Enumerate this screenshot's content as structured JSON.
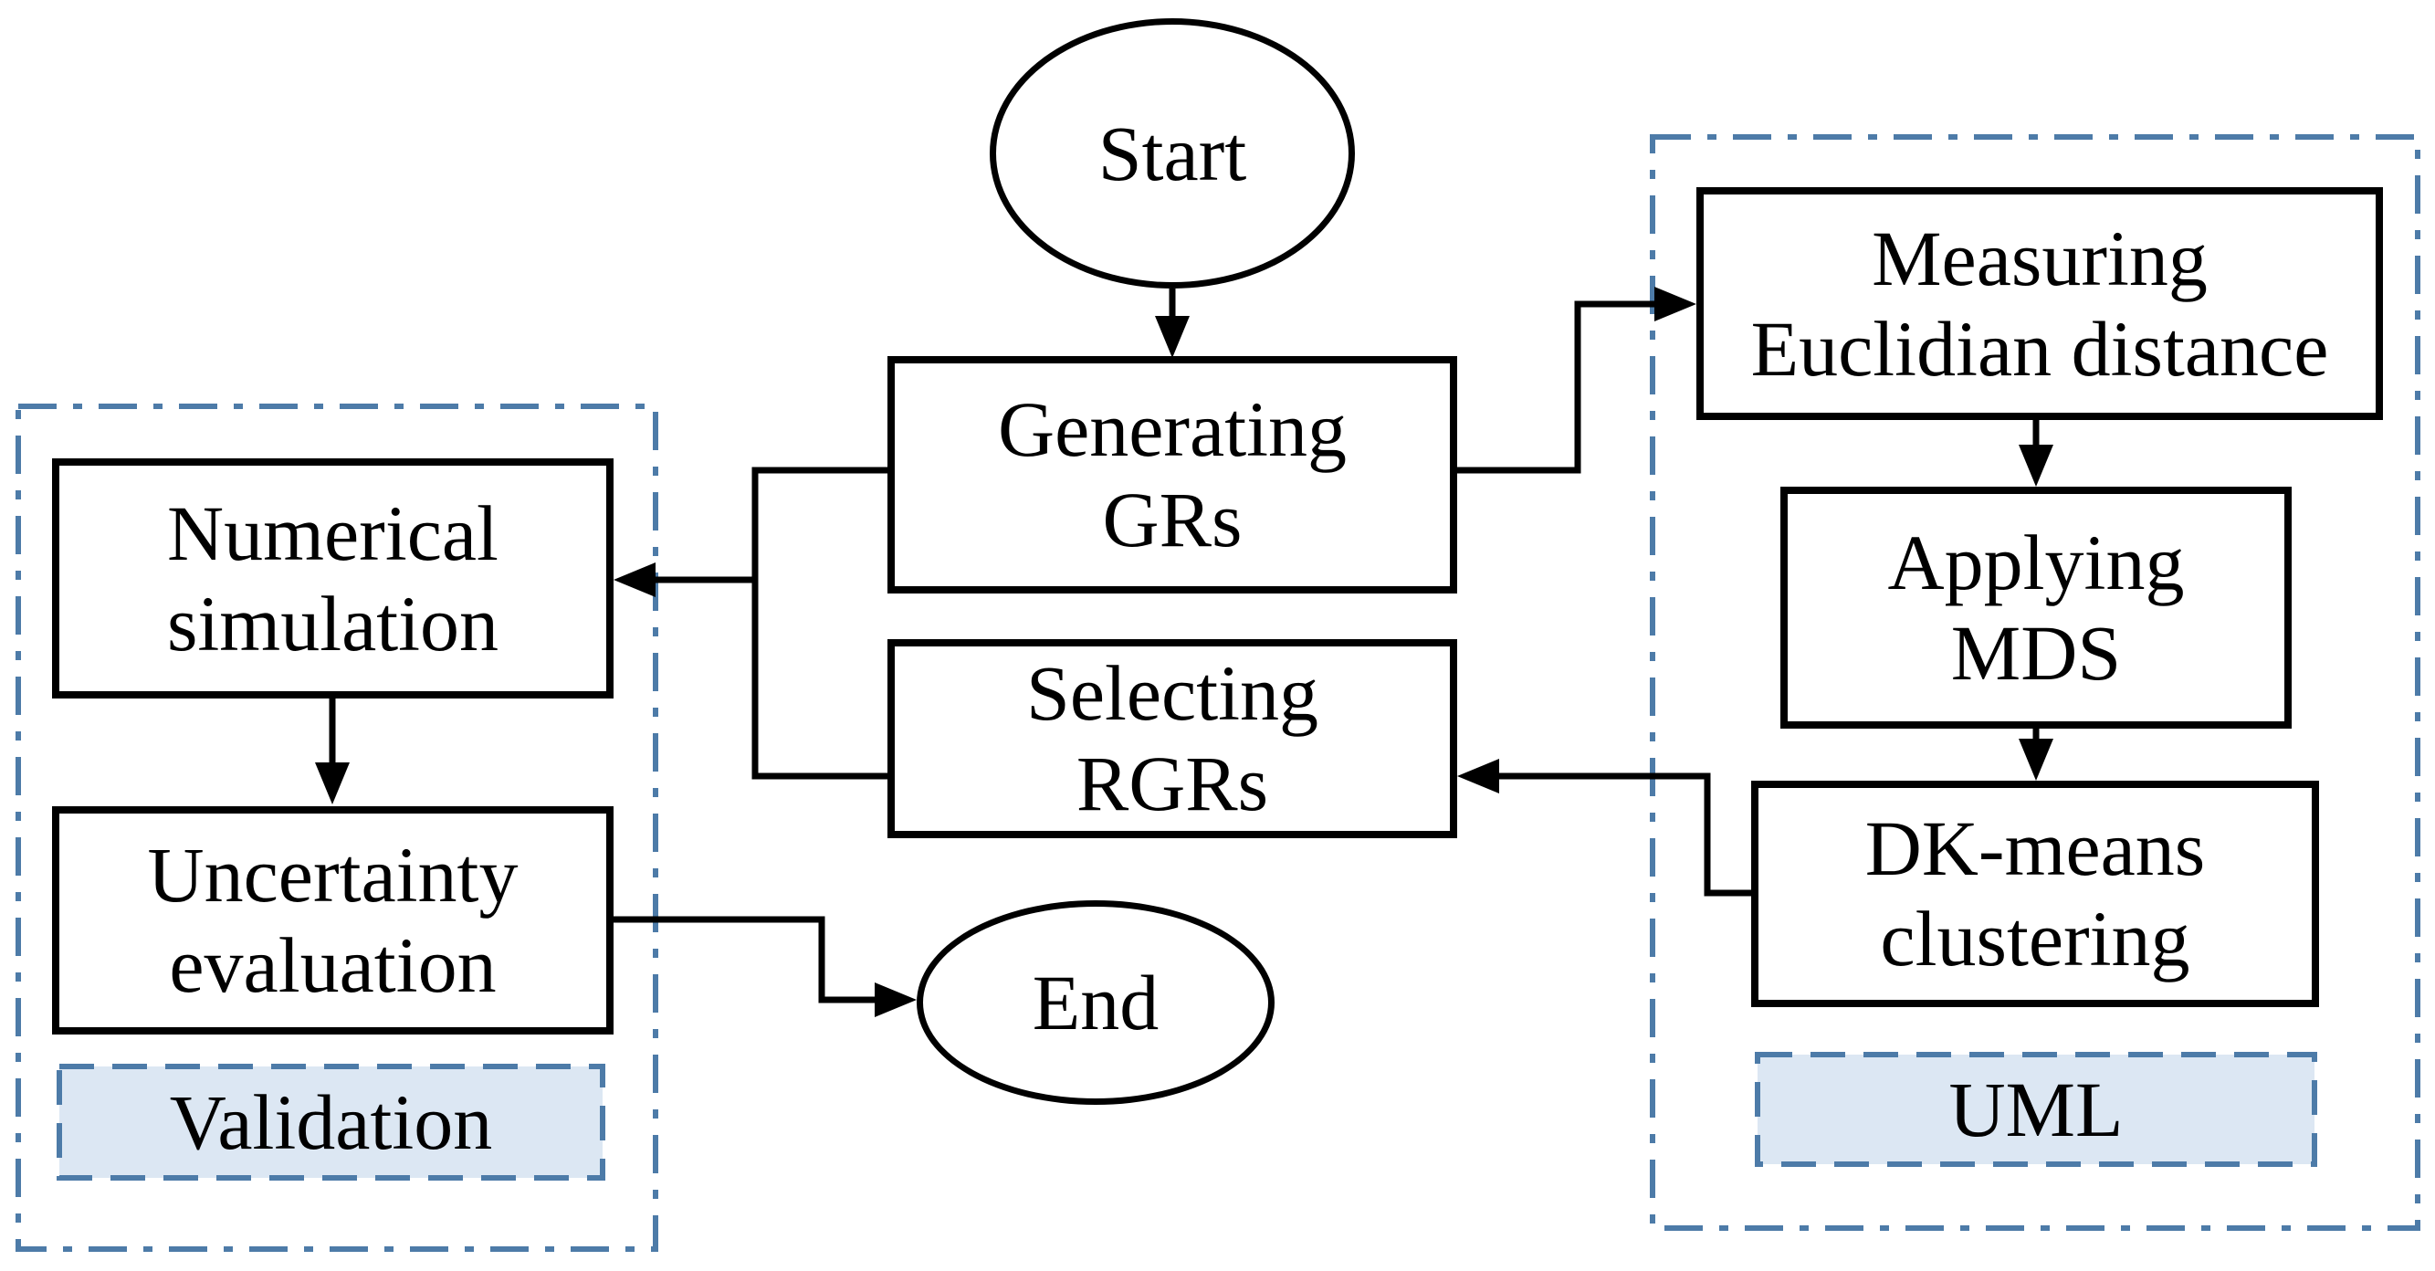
{
  "diagram": {
    "nodes": {
      "start": "Start",
      "generating_grs": "Generating\nGRs",
      "selecting_rgrs": "Selecting\nRGRs",
      "end": "End",
      "numerical_simulation": "Numerical\nsimulation",
      "uncertainty_evaluation": "Uncertainty\nevaluation",
      "measuring_euclidian_distance": "Measuring\nEuclidian distance",
      "applying_mds": "Applying\nMDS",
      "dk_means_clustering": "DK-means\nclustering"
    },
    "group_labels": {
      "validation": "Validation",
      "uml": "UML"
    },
    "edges": [
      {
        "from": "start",
        "to": "generating_grs"
      },
      {
        "from": "generating_grs",
        "to": "measuring_euclidian_distance"
      },
      {
        "from": "measuring_euclidian_distance",
        "to": "applying_mds"
      },
      {
        "from": "applying_mds",
        "to": "dk_means_clustering"
      },
      {
        "from": "dk_means_clustering",
        "to": "selecting_rgrs"
      },
      {
        "from": "generating_grs",
        "to": "numerical_simulation"
      },
      {
        "from": "selecting_rgrs",
        "to": "numerical_simulation"
      },
      {
        "from": "numerical_simulation",
        "to": "uncertainty_evaluation"
      },
      {
        "from": "uncertainty_evaluation",
        "to": "end"
      }
    ],
    "colors": {
      "accent": "#4d7ba8",
      "accent_fill": "#dce7f3",
      "line": "#000000",
      "node_border": "#000000",
      "background": "#ffffff",
      "text": "#000000"
    }
  }
}
